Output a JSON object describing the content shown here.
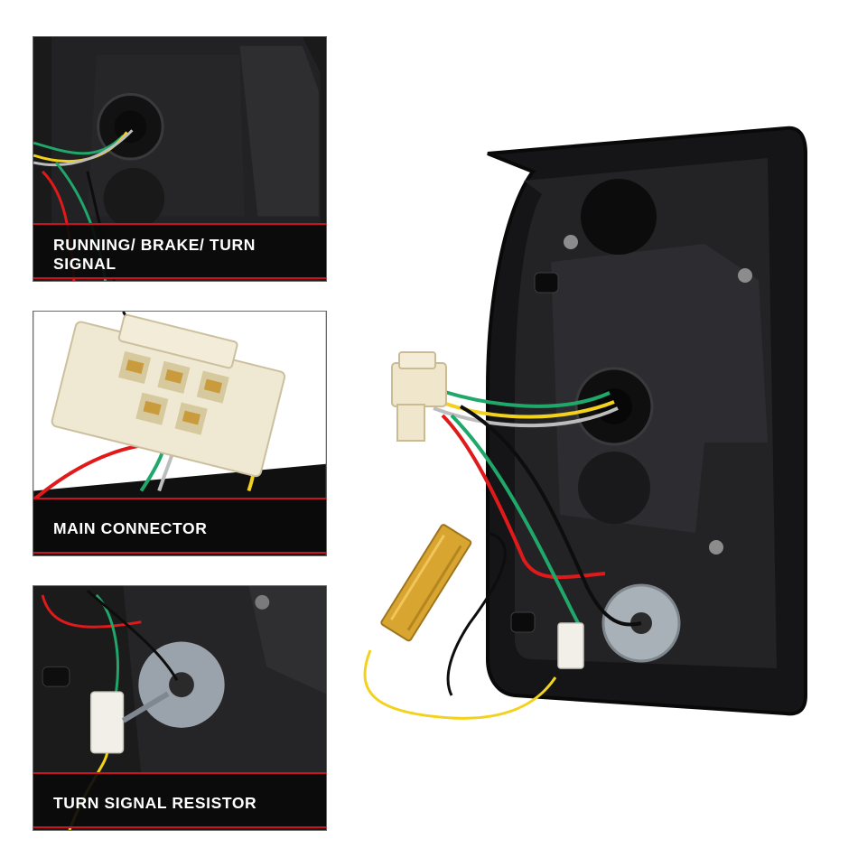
{
  "panels": [
    {
      "caption": "RUNNING/ BRAKE/ TURN SIGNAL"
    },
    {
      "caption": "MAIN CONNECTOR"
    },
    {
      "caption": "TURN SIGNAL RESISTOR"
    }
  ],
  "colors": {
    "accent_red": "#c8141e",
    "housing": "#1c1c1e",
    "wire_red": "#e01a1a",
    "wire_green": "#1fa86a",
    "wire_yellow": "#f2d21a",
    "resistor_gold": "#d9a531"
  }
}
